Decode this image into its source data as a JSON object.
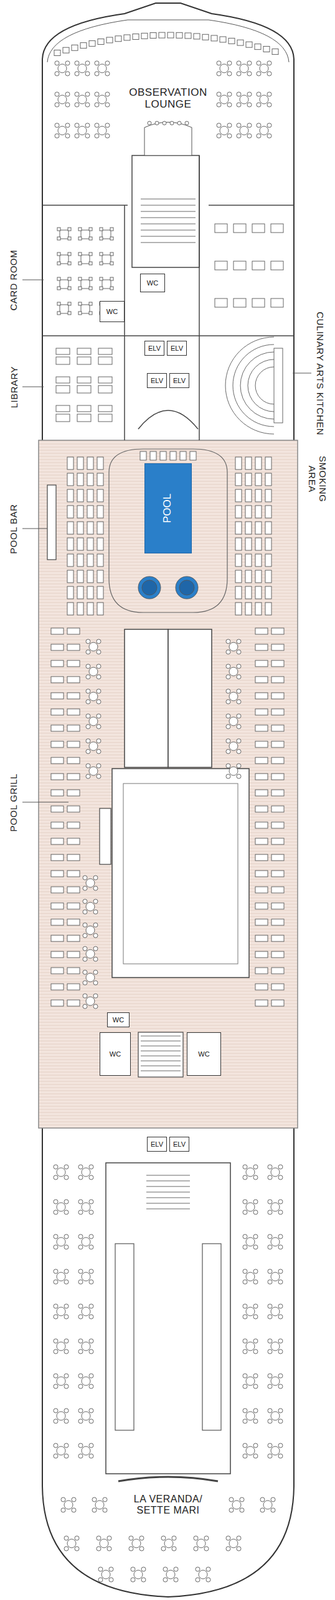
{
  "diagram": {
    "nodes": [
      {
        "text": [
          "WC"
        ]
      },
      {
        "text": [
          "WC"
        ]
      },
      {
        "text": [
          "ELV"
        ]
      },
      {
        "text": [
          "ELV"
        ]
      },
      {
        "text": [
          "ELV"
        ]
      },
      {
        "text": [
          "ELV"
        ]
      },
      {
        "text": [
          "POOL"
        ]
      },
      {
        "text": [
          "WC"
        ]
      },
      {
        "text": [
          "WC"
        ]
      },
      {
        "text": [
          "WC"
        ]
      },
      {
        "text": [
          "ELV"
        ]
      },
      {
        "text": [
          "ELV"
        ]
      }
    ],
    "labels": [
      "OBSERVATION LOUNGE",
      "CARD ROOM",
      "LIBRARY",
      "CULINARY ARTS KITCHEN",
      "SMOKING AREA",
      "POOL BAR",
      "POOL GRILL",
      "LA VERANDA/ SETTE MARI"
    ]
  }
}
